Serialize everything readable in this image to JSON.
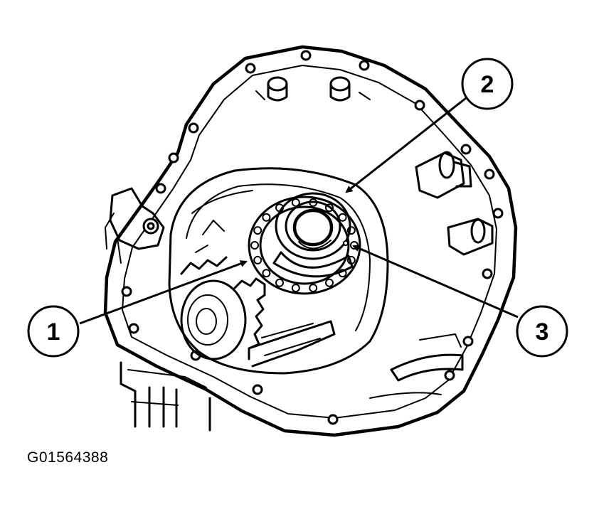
{
  "callouts": [
    {
      "id": "1",
      "label": "1"
    },
    {
      "id": "2",
      "label": "2"
    },
    {
      "id": "3",
      "label": "3"
    }
  ],
  "figure": {
    "id_label": "G01564388"
  }
}
